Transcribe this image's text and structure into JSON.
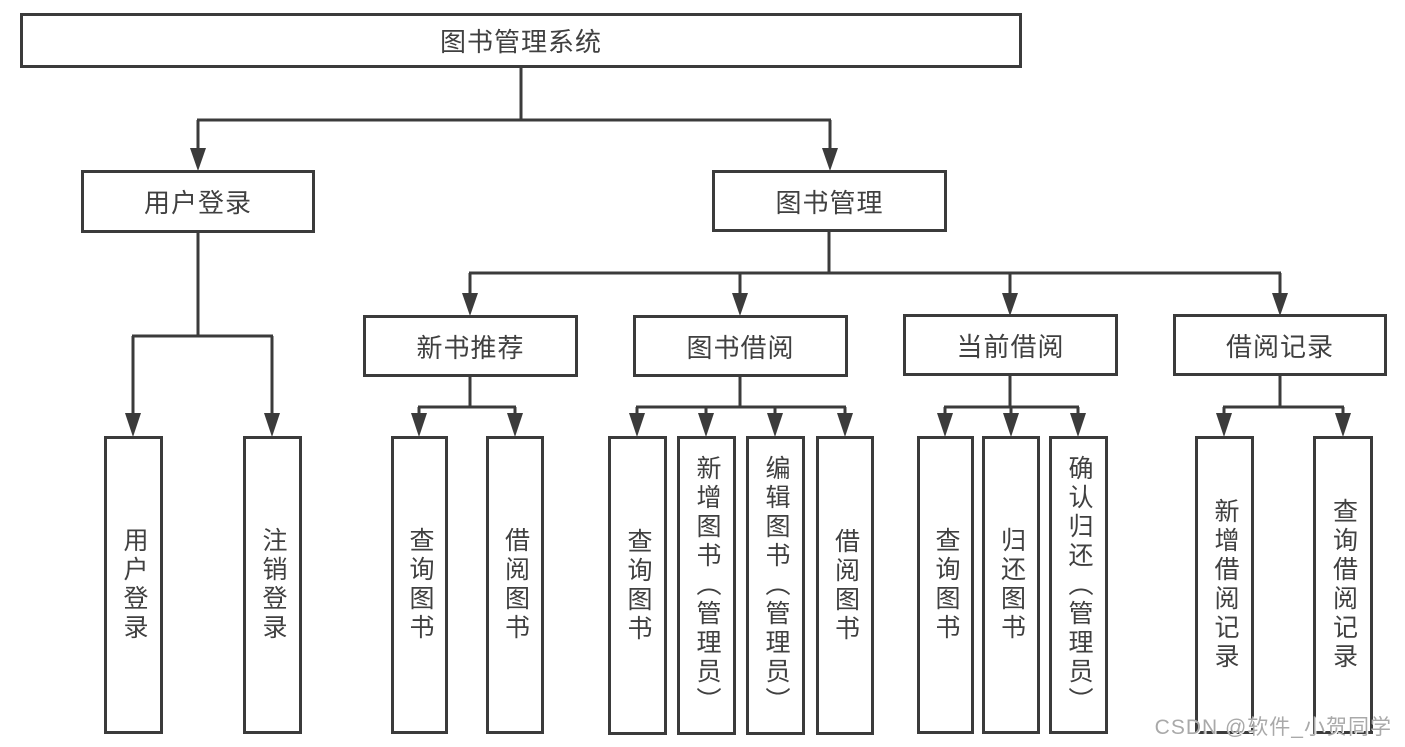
{
  "diagram": {
    "root": {
      "label": "图书管理系统"
    },
    "level2": [
      {
        "label": "用户登录"
      },
      {
        "label": "图书管理"
      }
    ],
    "level3": [
      {
        "label": "新书推荐"
      },
      {
        "label": "图书借阅"
      },
      {
        "label": "当前借阅"
      },
      {
        "label": "借阅记录"
      }
    ],
    "leaves": {
      "user_login": [
        "用户登录",
        "注销登录"
      ],
      "new_book": [
        "查询图书",
        "借阅图书"
      ],
      "borrow": [
        "查询图书",
        "新增图书（管理员）",
        "编辑图书（管理员）",
        "借阅图书"
      ],
      "current": [
        "查询图书",
        "归还图书",
        "确认归还（管理员）"
      ],
      "records": [
        "新增借阅记录",
        "查询借阅记录"
      ]
    }
  },
  "watermark": {
    "text": "CSDN @软件_小贺同学"
  },
  "colors": {
    "line": "#3b3b3b",
    "box_border": "#3b3b3b",
    "box_background": "#ffffff",
    "text": "#404040",
    "watermark": "#a9a9a9"
  }
}
